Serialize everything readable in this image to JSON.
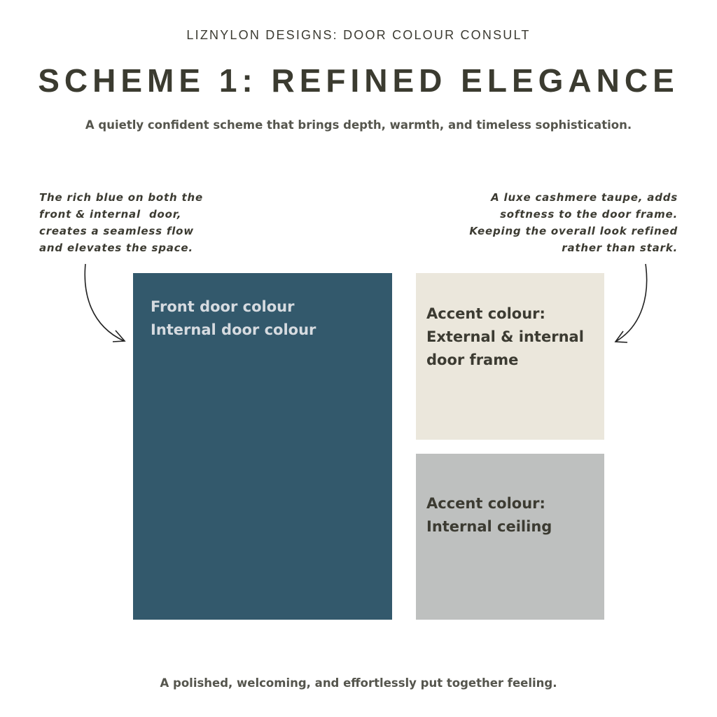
{
  "header": {
    "brand": "LIZNYLON DESIGNS: DOOR COLOUR CONSULT",
    "title": "SCHEME 1: REFINED ELEGANCE",
    "tagline": "A quietly confident scheme that brings depth, warmth, and timeless sophistication."
  },
  "notes": {
    "left": [
      "The rich blue on both the",
      "front & internal  door,",
      "creates a seamless flow",
      "and elevates the space."
    ],
    "right": [
      "A luxe cashmere taupe, adds",
      "softness to the door frame.",
      "Keeping the overall look refined",
      "rather than stark."
    ]
  },
  "swatches": {
    "blue": {
      "color": "#33596c",
      "lines": [
        "Front door colour",
        "Internal door colour"
      ]
    },
    "taupe": {
      "color": "#ebe7dc",
      "lines": [
        "Accent colour:",
        "External & internal",
        "door frame"
      ]
    },
    "grey": {
      "color": "#bec0bf",
      "lines": [
        "Accent colour:",
        "Internal ceiling"
      ]
    }
  },
  "footer": "A polished, welcoming, and effortlessly put together feeling."
}
